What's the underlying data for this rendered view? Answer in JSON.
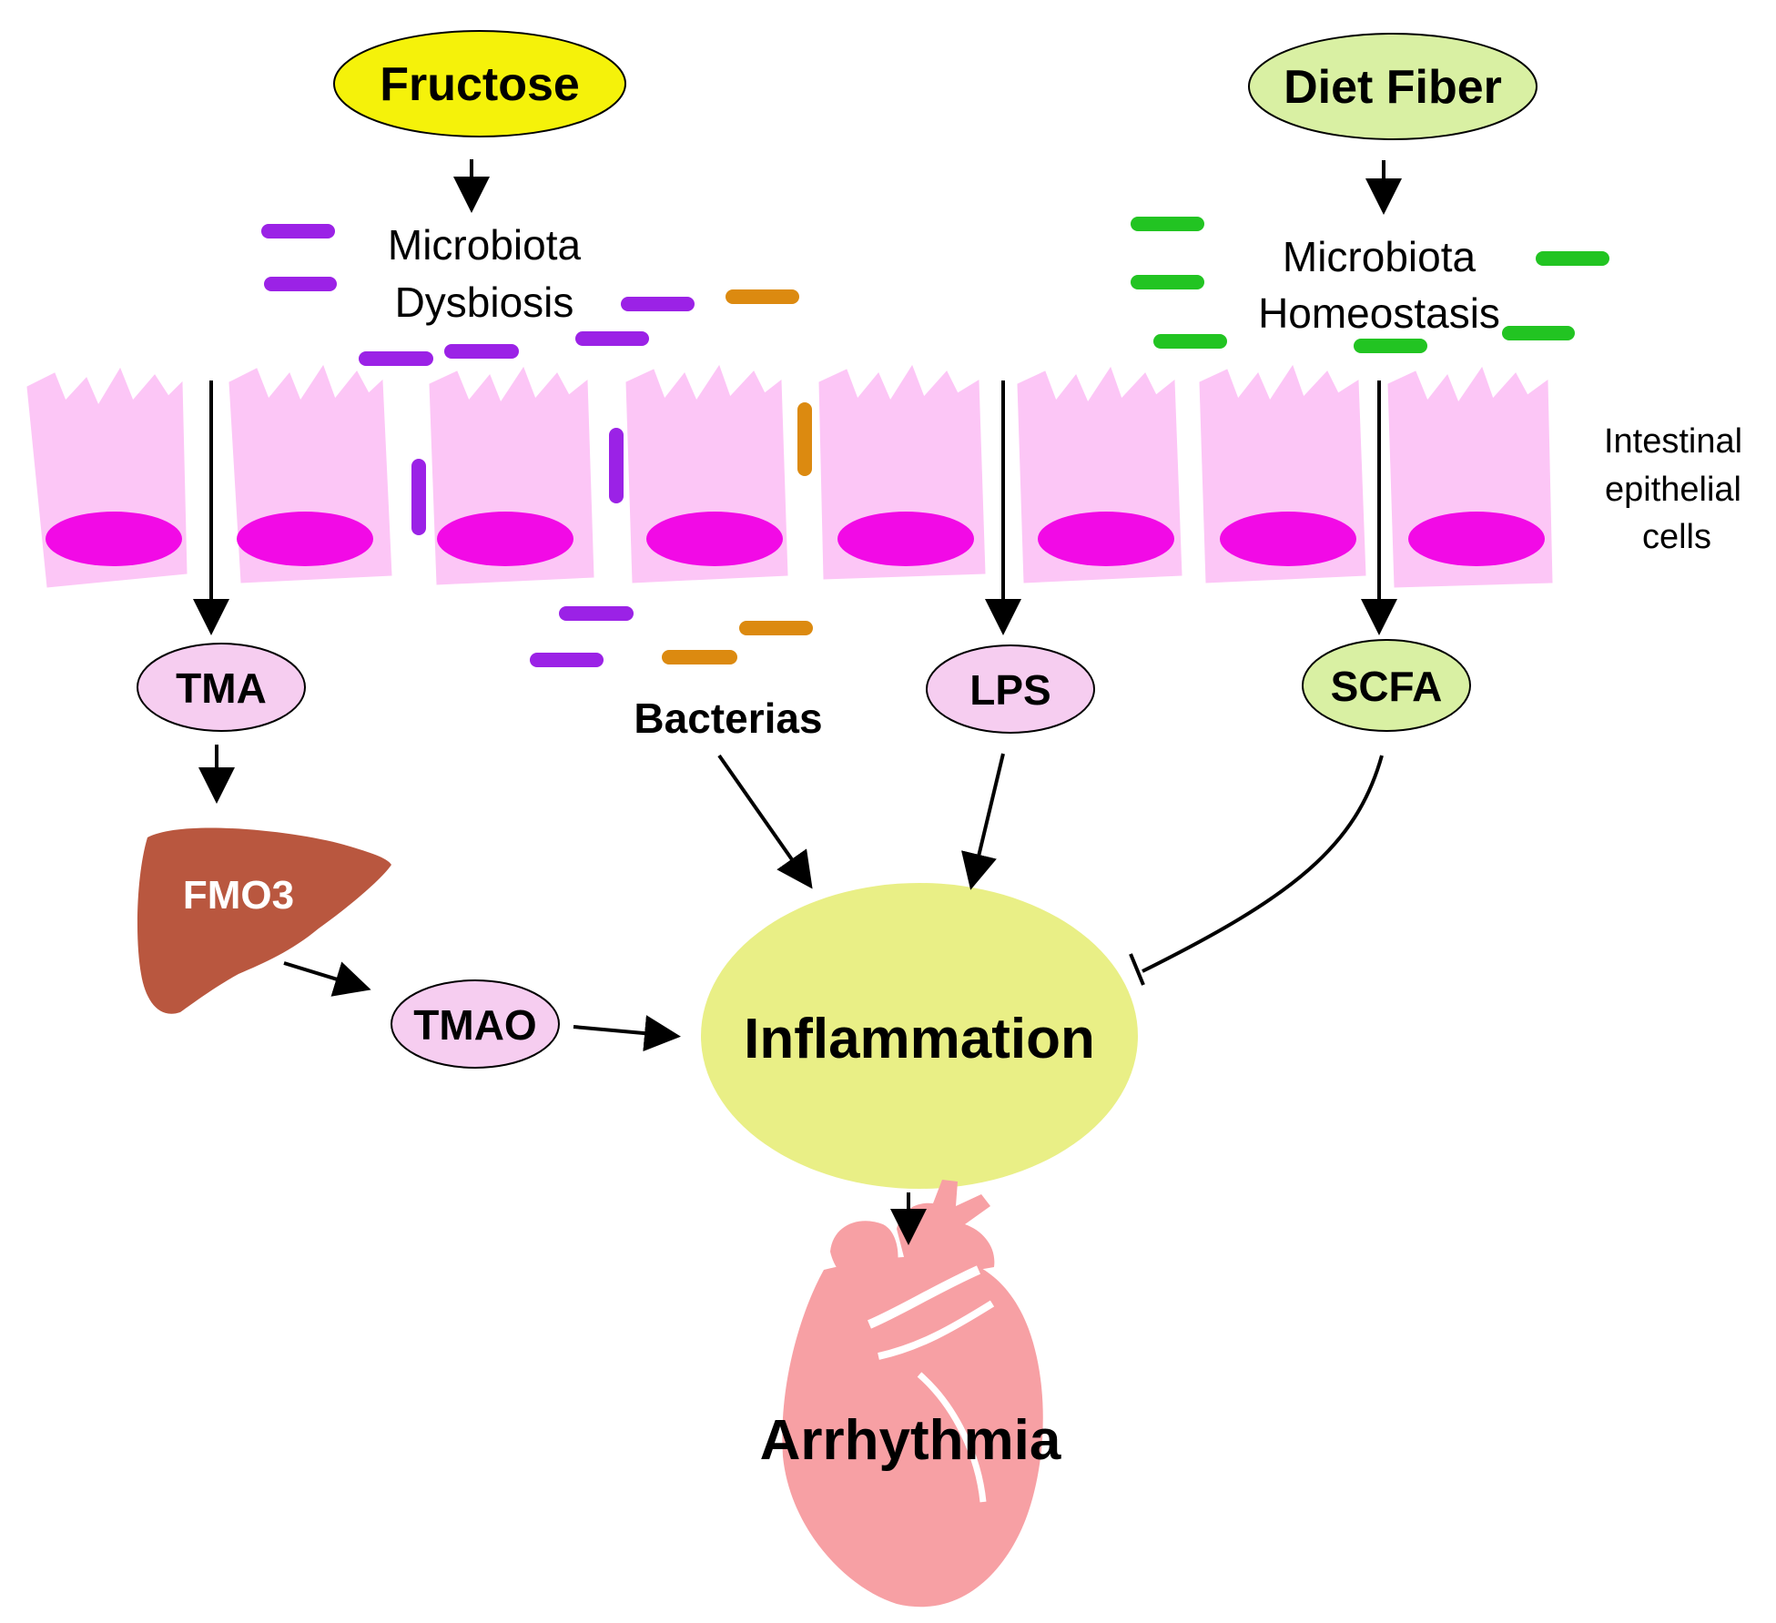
{
  "nodes": {
    "fructose": "Fructose",
    "diet_fiber": "Diet Fiber",
    "dysbiosis_line1": "Microbiota",
    "dysbiosis_line2": "Dysbiosis",
    "homeostasis_line1": "Microbiota",
    "homeostasis_line2": "Homeostasis",
    "epithelium_line1": "Intestinal",
    "epithelium_line2": "epithelial",
    "epithelium_line3": "cells",
    "tma": "TMA",
    "fmo3": "FMO3",
    "tmao": "TMAO",
    "bacterias": "Bacterias",
    "lps": "LPS",
    "scfa": "SCFA",
    "inflammation": "Inflammation",
    "arrhythmia": "Arrhythmia"
  },
  "colors": {
    "fructose_fill": "#f5f20a",
    "fiber_fill": "#d9f0a3",
    "metabolite_fill": "#f6cdf0",
    "scfa_fill": "#d9f0a3",
    "inflammation_fill": "#e9ef86",
    "epithelium_fill": "#fcc6f6",
    "nucleus_fill": "#f20ae6",
    "liver_fill": "#b9573f",
    "heart_fill": "#f7a0a4",
    "bacteria_purple": "#9b22e6",
    "bacteria_orange": "#dc8a10",
    "bacteria_green": "#22c422"
  }
}
